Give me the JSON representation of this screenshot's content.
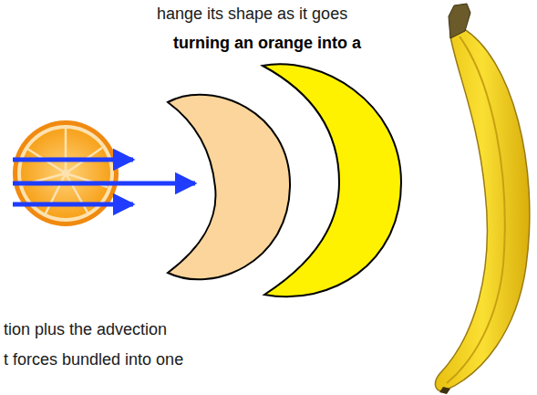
{
  "diagram": {
    "labels": [
      "hange its shape as it goes",
      "turning an orange into a",
      "tion plus the advection",
      "t forces bundled into one"
    ]
  }
}
